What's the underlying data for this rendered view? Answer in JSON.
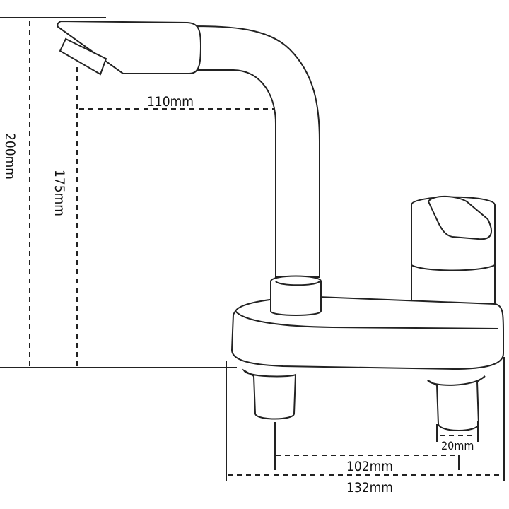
{
  "title": "Faucet dimension diagram",
  "dimensions": {
    "total_height": "200mm",
    "spout_height": "175mm",
    "spout_reach": "110mm",
    "leg_diameter": "20mm",
    "leg_spacing": "102mm",
    "base_width": "132mm"
  }
}
